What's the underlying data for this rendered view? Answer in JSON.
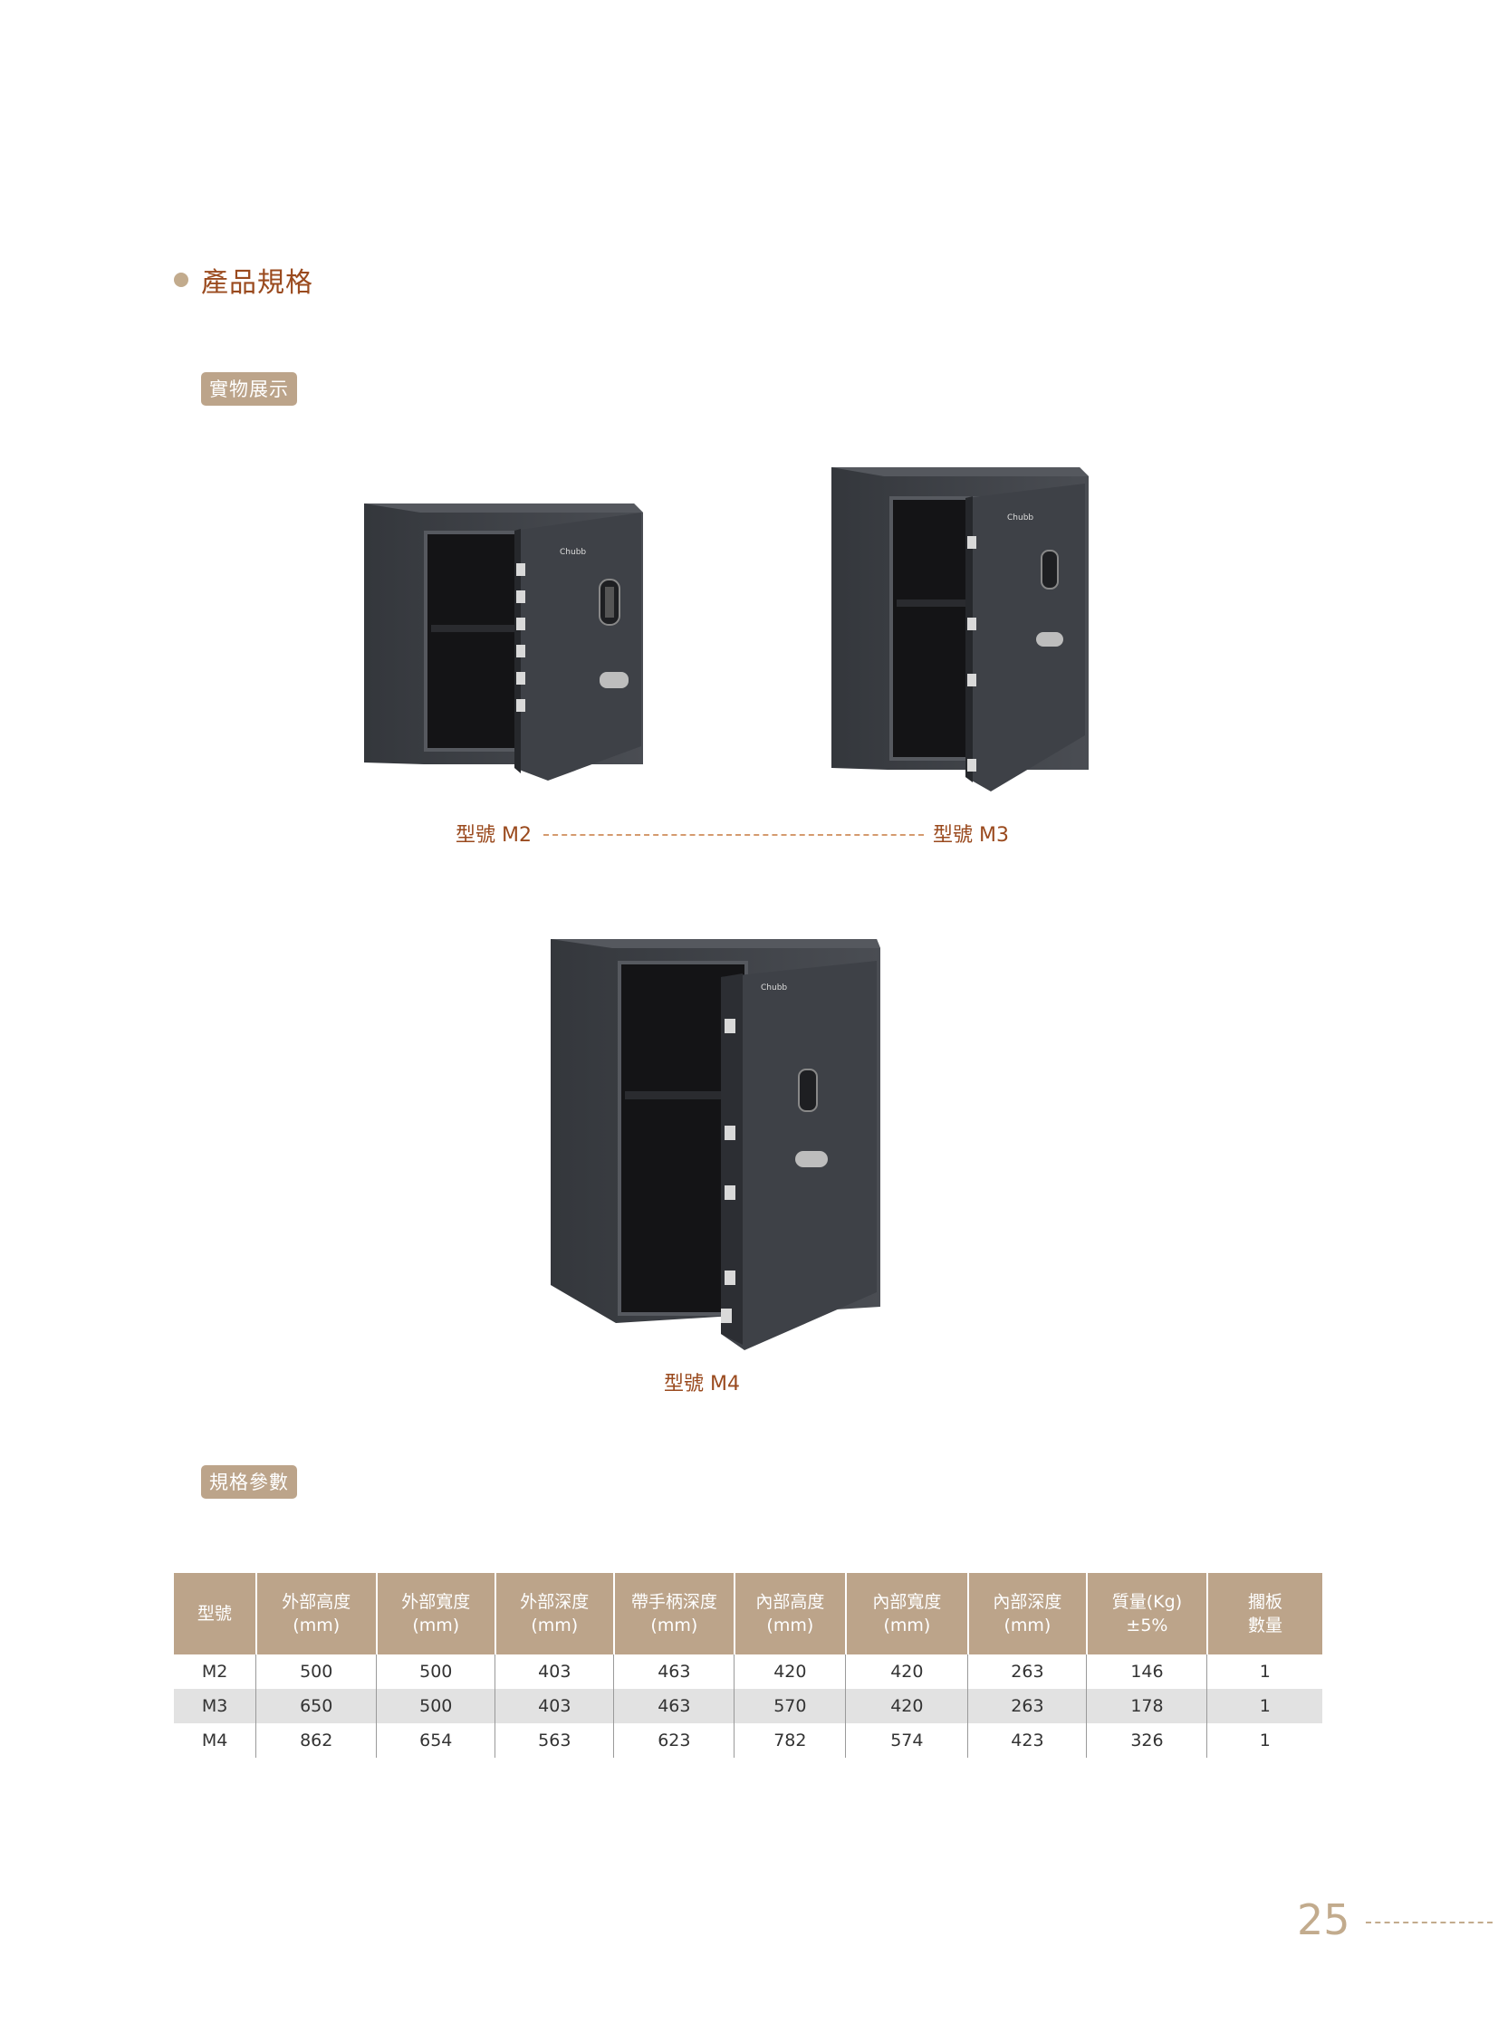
{
  "section": {
    "title": "產品規格"
  },
  "tags": {
    "photos": "實物展示",
    "specs": "規格參數"
  },
  "products": [
    {
      "label": "型號 M2",
      "logo": "Chubb"
    },
    {
      "label": "型號 M3",
      "logo": "Chubb"
    },
    {
      "label": "型號 M4",
      "logo": "Chubb"
    }
  ],
  "table": {
    "headers": [
      [
        "型號"
      ],
      [
        "外部高度",
        "(mm)"
      ],
      [
        "外部寬度",
        "(mm)"
      ],
      [
        "外部深度",
        "(mm)"
      ],
      [
        "帶手柄深度",
        "(mm)"
      ],
      [
        "內部高度",
        "(mm)"
      ],
      [
        "內部寬度",
        "(mm)"
      ],
      [
        "內部深度",
        "(mm)"
      ],
      [
        "質量(Kg)",
        "±5%"
      ],
      [
        "擱板",
        "數量"
      ]
    ],
    "rows": [
      [
        "M2",
        "500",
        "500",
        "403",
        "463",
        "420",
        "420",
        "263",
        "146",
        "1"
      ],
      [
        "M3",
        "650",
        "500",
        "403",
        "463",
        "570",
        "420",
        "263",
        "178",
        "1"
      ],
      [
        "M4",
        "862",
        "654",
        "563",
        "623",
        "782",
        "574",
        "423",
        "326",
        "1"
      ]
    ]
  },
  "page": {
    "number": "25"
  },
  "colors": {
    "accent": "#bca48a",
    "title": "#9a4a1e",
    "safe_body": "#3e4147"
  }
}
